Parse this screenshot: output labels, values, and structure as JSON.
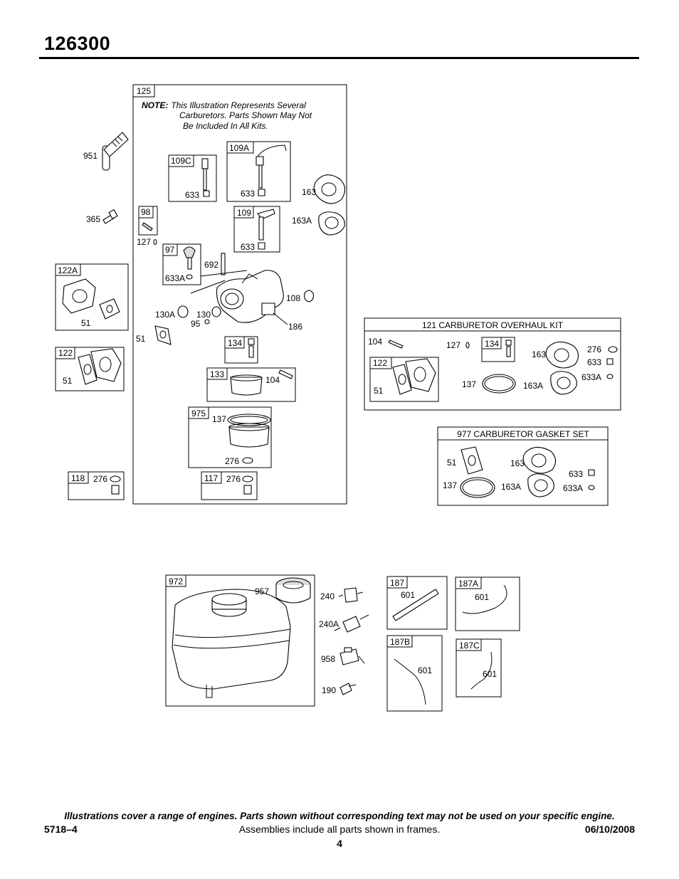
{
  "header": {
    "model": "126300"
  },
  "note": {
    "prefix": "NOTE:",
    "line1": "This Illustration Represents Several",
    "line2": "Carburetors. Parts Shown May Not",
    "line3": "Be Included In All Kits."
  },
  "labels": {
    "l125": "125",
    "l951": "951",
    "l365": "365",
    "l98": "98",
    "l127": "127",
    "l109c": "109C",
    "l633a": "633",
    "l109a": "109A",
    "l633b": "633",
    "l163": "163",
    "l163a": "163A",
    "l109": "109",
    "l633c": "633",
    "l97": "97",
    "l633A": "633A",
    "l692": "692",
    "l122a": "122A",
    "l51a": "51",
    "l108": "108",
    "l130a": "130A",
    "l130": "130",
    "l95": "95",
    "l186": "186",
    "l51b": "51",
    "l134": "134",
    "l122": "122",
    "l51c": "51",
    "l133": "133",
    "l104": "104",
    "l975": "975",
    "l137": "137",
    "l276a": "276",
    "l118": "118",
    "l276b": "276",
    "l117": "117",
    "l276c": "276",
    "k_title": "121 CARBURETOR OVERHAUL KIT",
    "k104": "104",
    "k127": "127",
    "k134": "134",
    "k163": "163",
    "k276": "276",
    "k633": "633",
    "k122": "122",
    "k51": "51",
    "k137": "137",
    "k163a": "163A",
    "k633a": "633A",
    "g_title": "977 CARBURETOR GASKET SET",
    "g51": "51",
    "g163": "163",
    "g633": "633",
    "g137": "137",
    "g163a": "163A",
    "g633a": "633A",
    "t972": "972",
    "t957": "957",
    "t240": "240",
    "t240a": "240A",
    "t958": "958",
    "t190": "190",
    "h187": "187",
    "h601a": "601",
    "h187a": "187A",
    "h601b": "601",
    "h187b": "187B",
    "h601c": "601",
    "h187c": "187C",
    "h601d": "601"
  },
  "footer": {
    "disclaimer": "Illustrations cover a range of engines. Parts shown without corresponding text may not be used on your specific engine.",
    "doc_number": "5718–4",
    "assembly_note": "Assemblies include all parts shown in frames.",
    "date": "06/10/2008",
    "page": "4"
  }
}
